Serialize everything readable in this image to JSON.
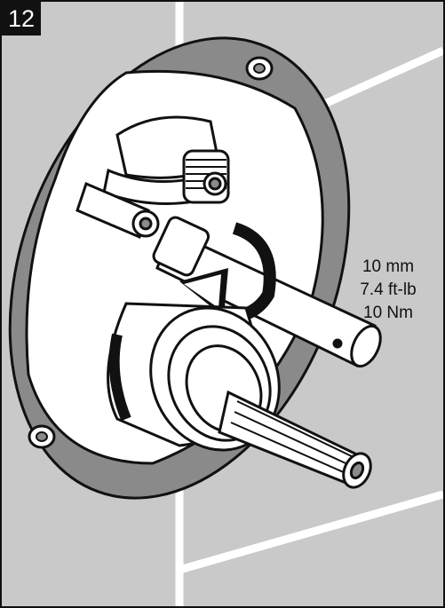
{
  "step": {
    "number": "12"
  },
  "torque_spec": {
    "size": "10 mm",
    "imperial": "7.4 ft-lb",
    "metric": "10 Nm"
  },
  "colors": {
    "wall": "#c9c9c9",
    "tile_grout": "#ffffff",
    "trim_plate": "#8a8a8a",
    "valve_body": "#ffffff",
    "outline": "#111111"
  },
  "icons": {
    "step_badge": "step-number-badge",
    "wrench": "wrench-tool-icon",
    "rotation_arrow": "clockwise-rotation-arrow-icon"
  }
}
